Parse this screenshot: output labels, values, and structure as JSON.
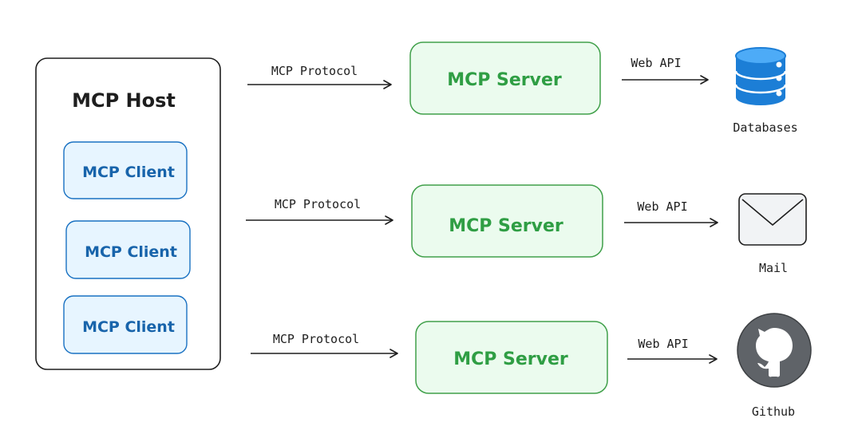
{
  "host": {
    "title": "MCP Host",
    "clients": [
      "MCP Client",
      "MCP Client",
      "MCP Client"
    ]
  },
  "rows": [
    {
      "protocol_label": "MCP Protocol",
      "server_label": "MCP Server",
      "api_label": "Web API",
      "target_label": "Databases",
      "icon": "database-icon"
    },
    {
      "protocol_label": "MCP Protocol",
      "server_label": "MCP Server",
      "api_label": "Web API",
      "target_label": "Mail",
      "icon": "mail-icon"
    },
    {
      "protocol_label": "MCP Protocol",
      "server_label": "MCP Server",
      "api_label": "Web API",
      "target_label": "Github",
      "icon": "github-icon"
    }
  ],
  "colors": {
    "host_border": "#1e1e1e",
    "client_fill": "#e7f5ff",
    "client_border": "#1971c2",
    "client_text": "#1864ab",
    "server_fill": "#ebfbee",
    "server_border": "#40a04a",
    "server_text": "#2f9e44",
    "db_blue": "#1c7ed6",
    "github_gray": "#5f6368"
  }
}
